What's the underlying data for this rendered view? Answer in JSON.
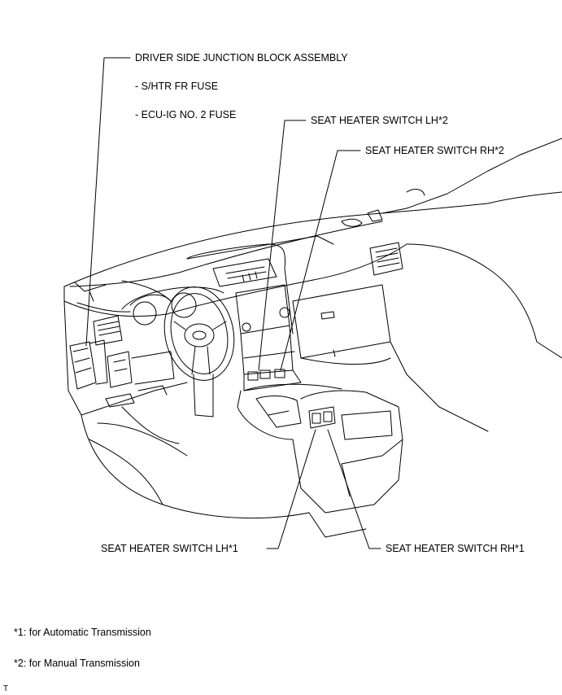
{
  "labels": {
    "junction_block": "DRIVER SIDE JUNCTION BLOCK ASSEMBLY",
    "fuse_shtr": "- S/HTR FR FUSE",
    "fuse_ecuig": "- ECU-IG NO. 2 FUSE",
    "switch_lh2": "SEAT HEATER SWITCH LH*2",
    "switch_rh2": "SEAT HEATER SWITCH RH*2",
    "switch_lh1": "SEAT HEATER SWITCH LH*1",
    "switch_rh1": "SEAT HEATER SWITCH RH*1"
  },
  "notes": {
    "note1": "*1: for Automatic Transmission",
    "note2": "*2: for Manual Transmission"
  },
  "corner_mark": "T"
}
